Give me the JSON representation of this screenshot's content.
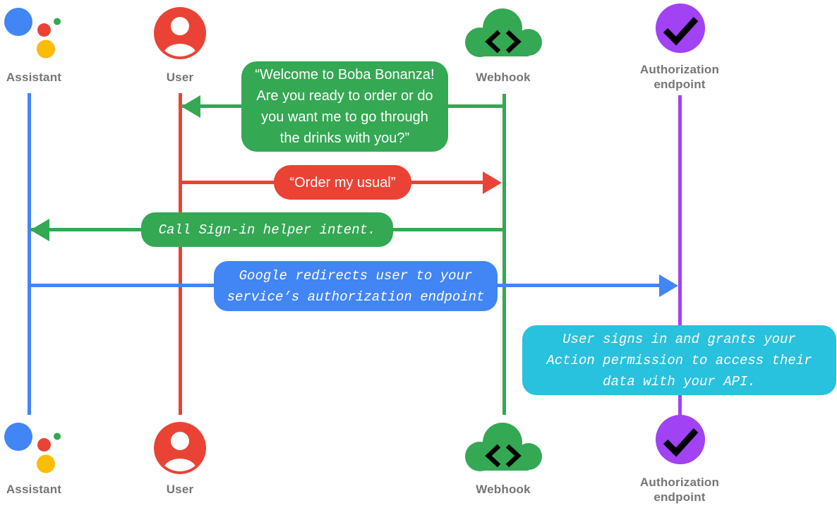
{
  "diagram_type": "sequence-diagram",
  "lanes": [
    {
      "id": "assistant",
      "label": "Assistant",
      "color": "#4285f4",
      "icon": "google-assistant-logo-icon"
    },
    {
      "id": "user",
      "label": "User",
      "color": "#ea4335",
      "icon": "person-icon"
    },
    {
      "id": "webhook",
      "label": "Webhook",
      "color": "#34a853",
      "icon": "cloud-code-icon"
    },
    {
      "id": "authorization_endpoint",
      "label": "Authorization endpoint",
      "color": "#a142f4",
      "icon": "checkmark-circle-icon"
    }
  ],
  "messages": [
    {
      "from": "Webhook",
      "to": "User",
      "direction": "left",
      "text": "“Welcome to Boba Bonanza!\nAre you ready to order or do\nyou want me to go through\nthe drinks with you?”",
      "color": "#34a853",
      "text_style": "speech"
    },
    {
      "from": "User",
      "to": "Webhook",
      "direction": "right",
      "text": "“Order my usual”",
      "color": "#ea4335",
      "text_style": "speech"
    },
    {
      "from": "Webhook",
      "to": "Assistant",
      "direction": "left",
      "text": "Call Sign-in helper intent.",
      "color": "#34a853",
      "text_style": "code-italic"
    },
    {
      "from": "Assistant",
      "to": "Authorization endpoint",
      "direction": "right",
      "text": "Google redirects user to your\nservice’s authorization endpoint",
      "color": "#4285f4",
      "text_style": "code-italic"
    },
    {
      "from": "Authorization endpoint",
      "to": "Authorization endpoint",
      "direction": "none",
      "text": "User signs in and grants your\nAction permission to access their\ndata with your API.",
      "color": "#28c1de",
      "text_style": "code-italic"
    }
  ],
  "colors": {
    "google_blue": "#4285f4",
    "google_red": "#ea4335",
    "google_green": "#34a853",
    "google_yellow": "#fbbc05",
    "purple": "#a142f4",
    "cyan": "#28c1de",
    "label_gray": "#757575",
    "icon_glyph_black": "#000000",
    "background": "#ffffff"
  }
}
